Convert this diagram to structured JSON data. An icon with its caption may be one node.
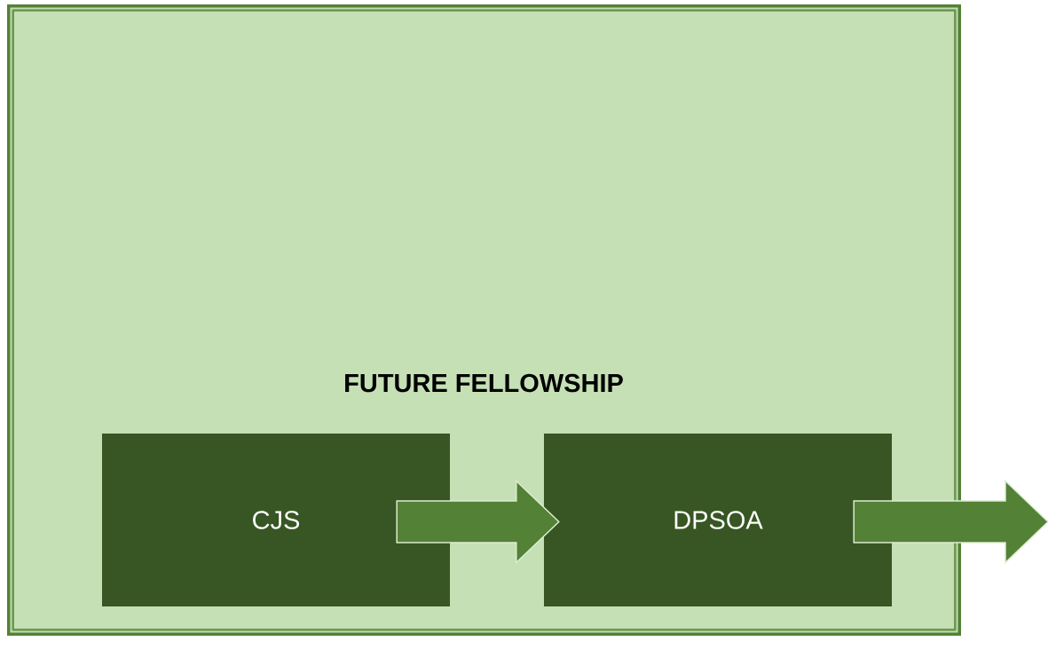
{
  "diagram": {
    "nodes": [
      {
        "text": [
          "FUTURE FELLOWSHIP"
        ]
      },
      {
        "text": [
          "CJS"
        ],
        "in": 0
      },
      {
        "text": [
          "DPSOA"
        ],
        "in": 0
      }
    ],
    "edges": [
      {
        "from": 1,
        "to": 2,
        "arrow": "to"
      },
      {
        "from": 2,
        "to": null,
        "arrow": "to"
      }
    ]
  }
}
